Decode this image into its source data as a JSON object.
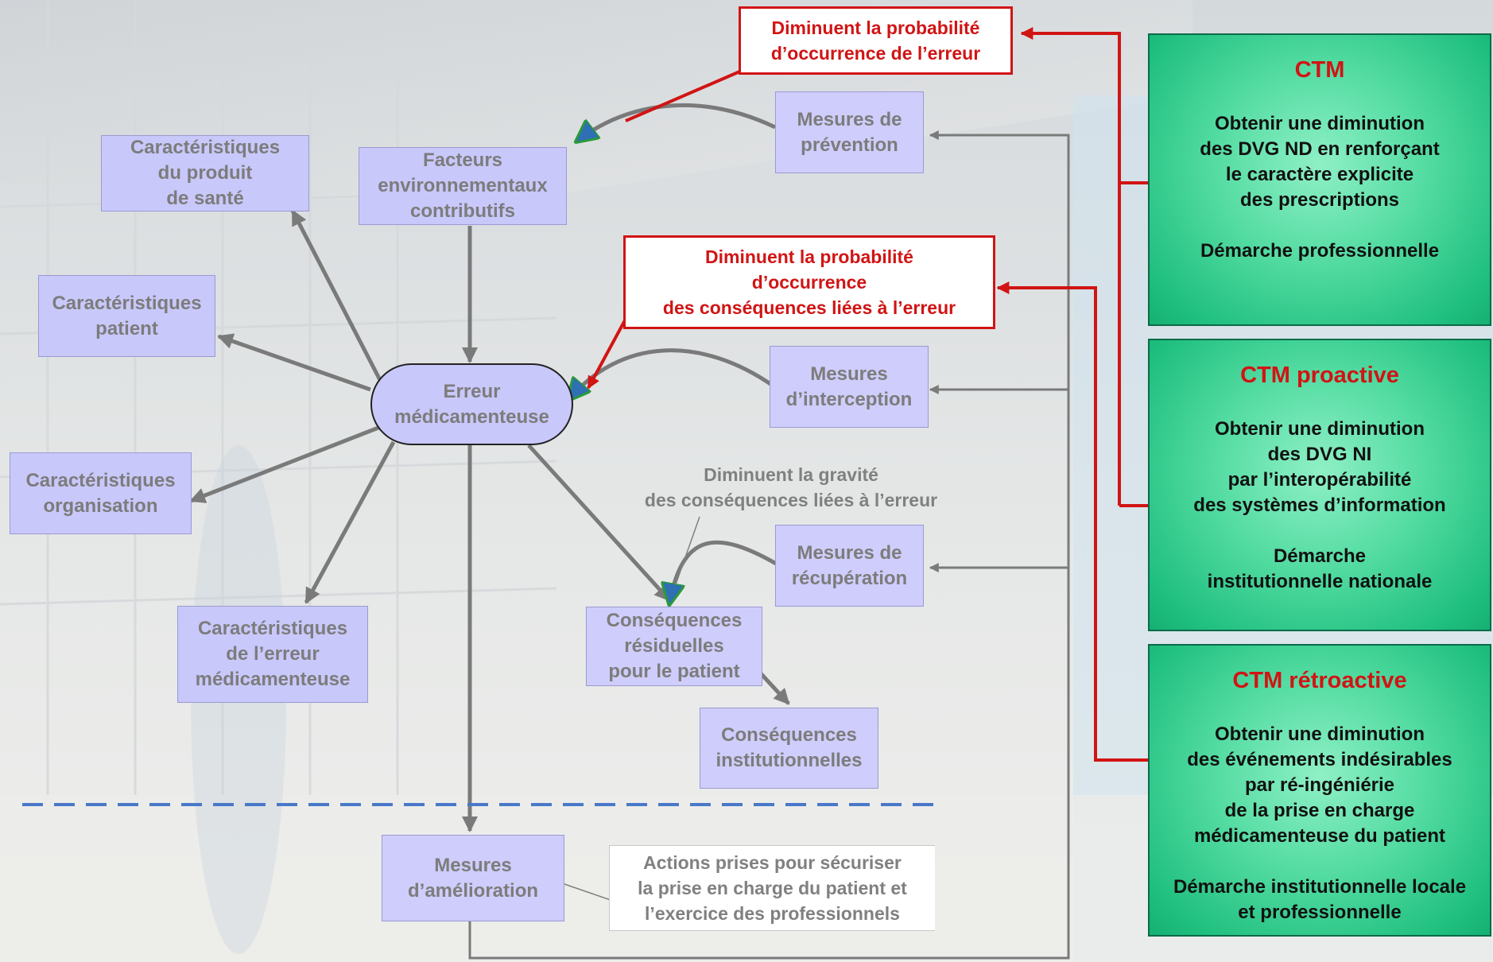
{
  "colors": {
    "red": "#d11414",
    "gray_arrow": "#7a7a7a",
    "lavender_box": "#c9c8fb",
    "green_box": "#2ecc8c",
    "dashed_line": "#4a78c8"
  },
  "diagram": {
    "center": {
      "lines": [
        "Erreur",
        "médicamenteuse"
      ]
    },
    "factors": {
      "lines": [
        "Facteurs",
        "environnementaux",
        "contributifs"
      ]
    },
    "char_product": {
      "lines": [
        "Caractéristiques",
        "du produit",
        "de santé"
      ]
    },
    "char_patient": {
      "lines": [
        "Caractéristiques",
        "patient"
      ]
    },
    "char_org": {
      "lines": [
        "Caractéristiques",
        "organisation"
      ]
    },
    "char_error": {
      "lines": [
        "Caractéristiques",
        "de l’erreur",
        "médicamenteuse"
      ]
    },
    "prevention": {
      "lines": [
        "Mesures de",
        "prévention"
      ]
    },
    "interception": {
      "lines": [
        "Mesures",
        "d’interception"
      ]
    },
    "recuperation": {
      "lines": [
        "Mesures de",
        "récupération"
      ]
    },
    "residual": {
      "lines": [
        "Conséquences",
        "résiduelles",
        "pour le patient"
      ]
    },
    "institutional": {
      "lines": [
        "Conséquences",
        "institutionnelles"
      ]
    },
    "improvement": {
      "lines": [
        "Mesures",
        "d’amélioration"
      ]
    },
    "red_prob_error": {
      "lines": [
        "Diminuent la probabilité",
        "d’occurrence de l’erreur"
      ]
    },
    "red_prob_consequences": {
      "lines": [
        "Diminuent la probabilité",
        "d’occurrence",
        "des conséquences liées à l’erreur"
      ]
    },
    "gravity": {
      "lines": [
        "Diminuent la gravité",
        "des conséquences liées à l’erreur"
      ]
    },
    "actions_note": {
      "lines": [
        "Actions prises pour sécuriser",
        "la prise en charge du patient et",
        "l’exercice des professionnels"
      ]
    }
  },
  "panels": {
    "ctm": {
      "title": "CTM",
      "body": [
        "Obtenir une diminution",
        "des DVG ND en renforçant",
        "le caractère explicite",
        "des prescriptions"
      ],
      "footer": [
        "Démarche professionnelle"
      ]
    },
    "ctm_proactive": {
      "title": "CTM proactive",
      "body": [
        "Obtenir une diminution",
        "des DVG  NI",
        "par l’interopérabilité",
        "des systèmes d’information"
      ],
      "footer": [
        "Démarche",
        "institutionnelle nationale"
      ]
    },
    "ctm_retroactive": {
      "title": "CTM rétroactive",
      "body": [
        "Obtenir une diminution",
        "des événements indésirables",
        "par  ré-ingéniérie",
        "de la prise en charge",
        "médicamenteuse du patient"
      ],
      "footer": [
        "Démarche institutionnelle locale",
        "et professionnelle"
      ]
    }
  }
}
